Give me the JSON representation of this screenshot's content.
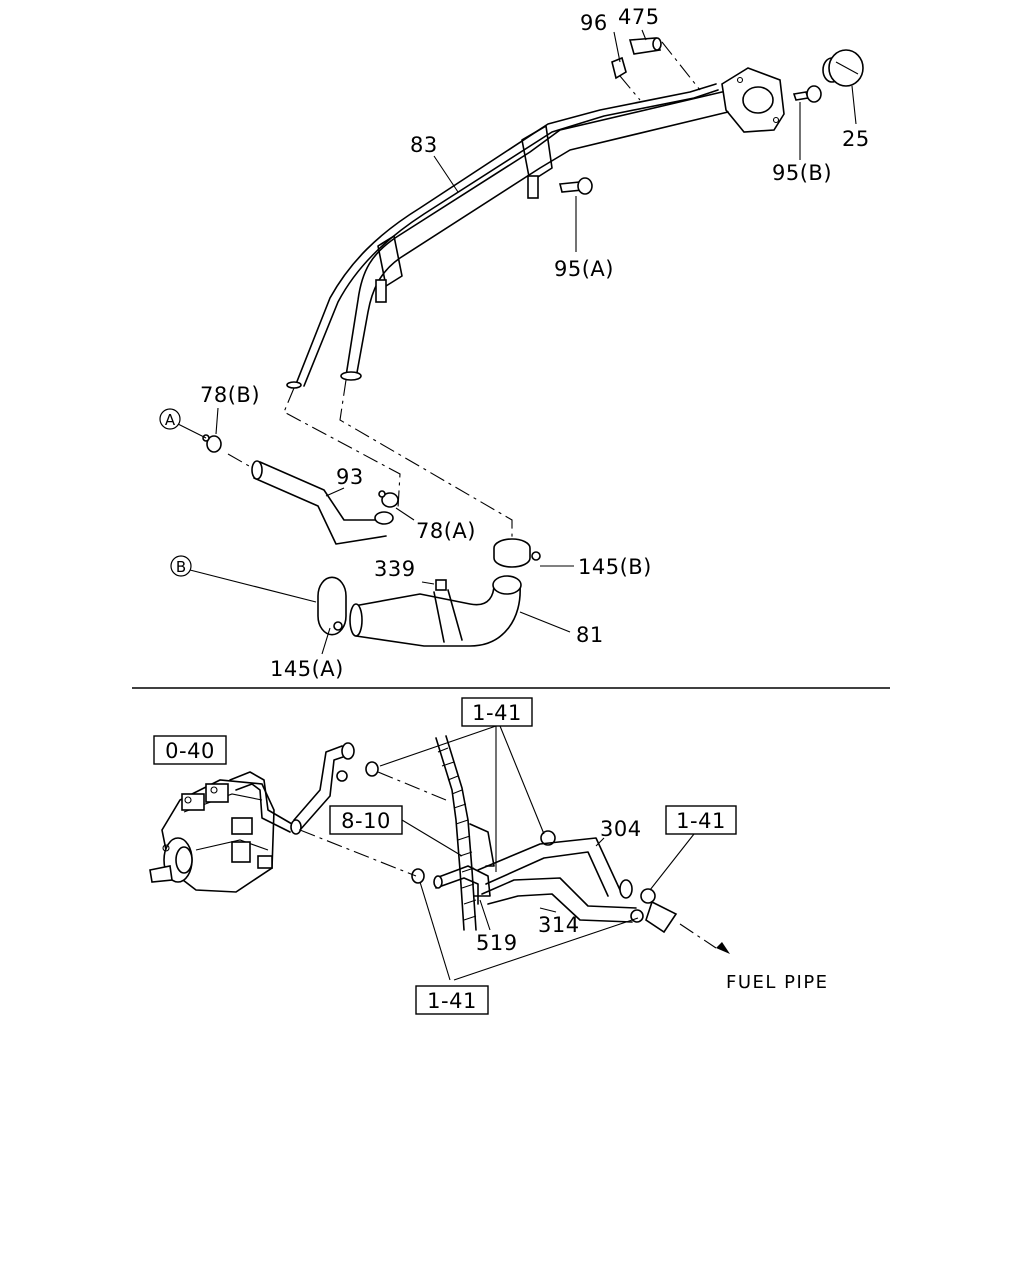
{
  "labels": {
    "l96": "96",
    "l475": "475",
    "l25": "25",
    "l83": "83",
    "l95b": "95(B)",
    "l95a": "95(A)",
    "l78b": "78(B)",
    "l93": "93",
    "l78a": "78(A)",
    "l339": "339",
    "l145b": "145(B)",
    "l81": "81",
    "l145a": "145(A)",
    "l304": "304",
    "l314": "314",
    "l519": "519",
    "fuel_pipe": "FUEL PIPE"
  },
  "circle_labels": {
    "a": "A",
    "b": "B"
  },
  "ref_boxes": {
    "r141_top": "1-41",
    "r040": "0-40",
    "r810": "8-10",
    "r141_right": "1-41",
    "r141_bottom": "1-41"
  }
}
